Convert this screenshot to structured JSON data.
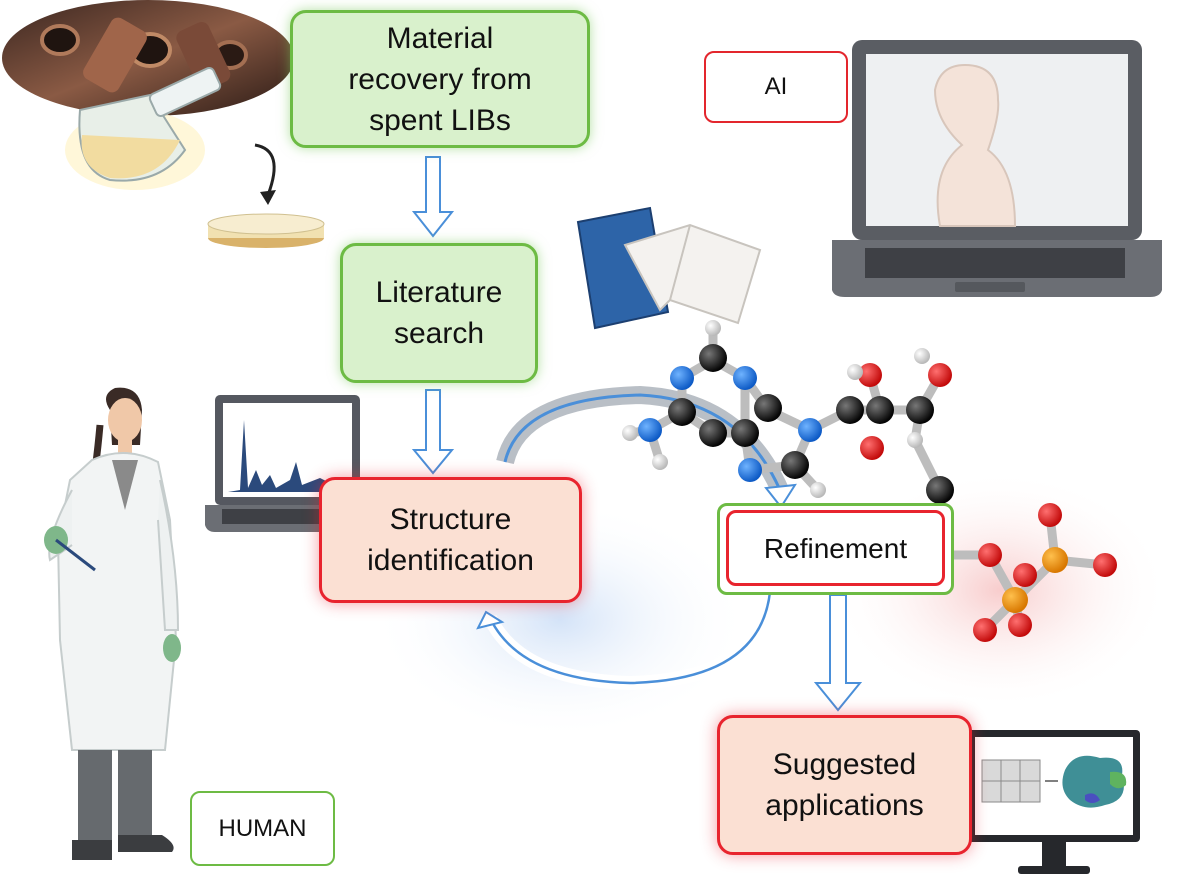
{
  "labels": {
    "ai": "AI",
    "human": "HUMAN"
  },
  "boxes": {
    "material_recovery": "Material\nrecovery from\nspent LIBs",
    "literature_search": "Literature\nsearch",
    "structure_identification": "Structure\nidentification",
    "refinement": "Refinement",
    "suggested_applications": "Suggested\napplications"
  },
  "colors": {
    "green_border": "#6dbb44",
    "green_fill": "#d9f1cc",
    "red_border": "#e8242e",
    "red_fill": "#fbe0d3",
    "arrow_blue": "#4a8fd9"
  },
  "icons": [
    "battery-waste-photo",
    "flask-icon",
    "petri-dish-icon",
    "laptop-ai-head-icon",
    "book-icon",
    "molecule-icon",
    "laptop-spectrum-icon",
    "scientist-icon",
    "monitor-protein-icon"
  ]
}
